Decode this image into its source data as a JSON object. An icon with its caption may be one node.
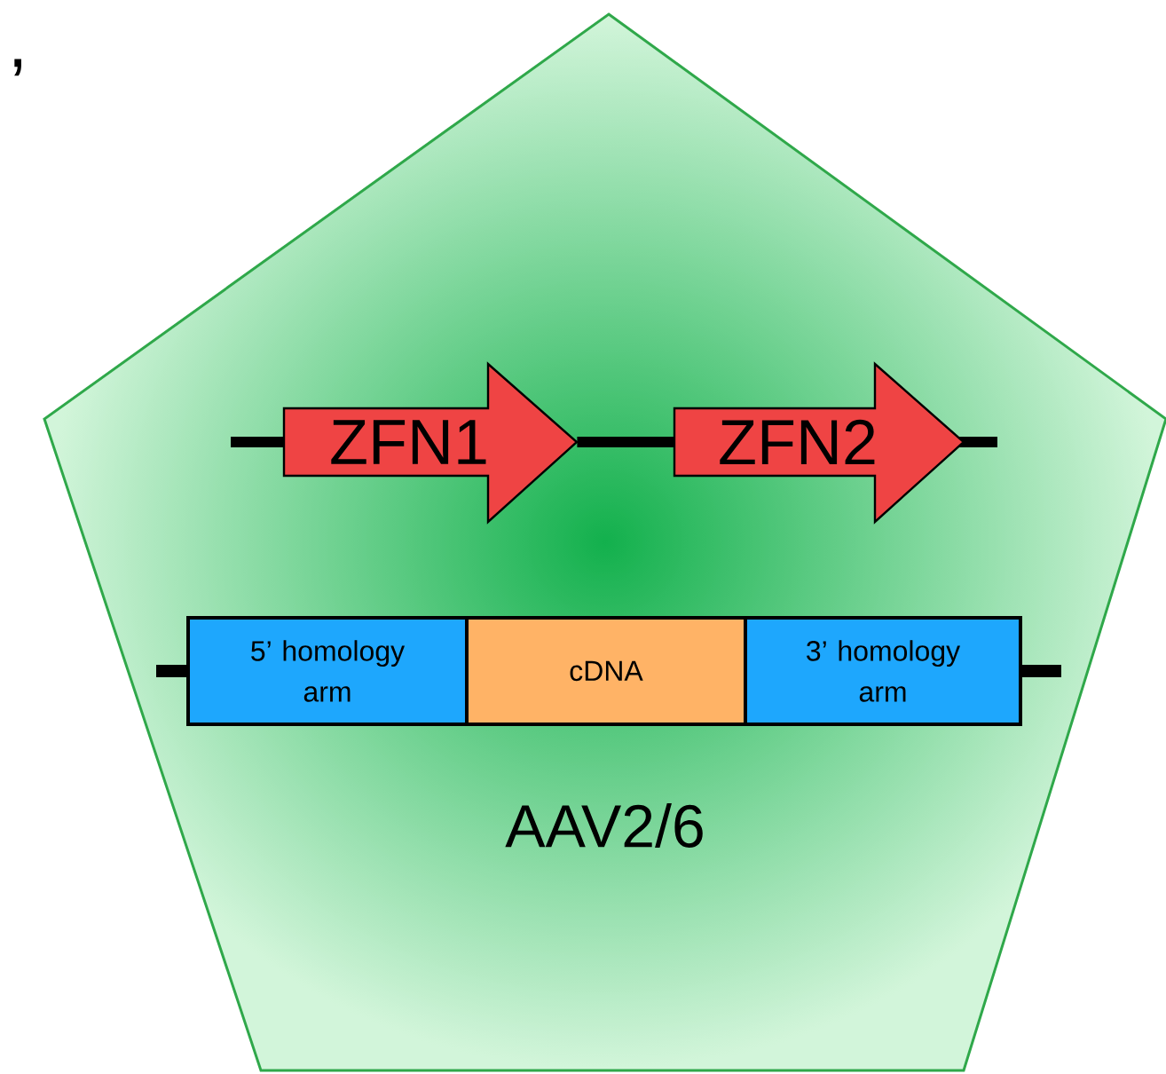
{
  "diagram": {
    "nodes": [
      {
        "text": [
          "AAV2/6"
        ]
      },
      {
        "text": [
          "ZFN1"
        ],
        "in": 0
      },
      {
        "text": [
          "ZFN2"
        ],
        "in": 0
      },
      {
        "text": [
          "5’ homology arm"
        ],
        "in": 0
      },
      {
        "text": [
          "cDNA"
        ],
        "in": 0
      },
      {
        "text": [
          "3’ homology arm"
        ],
        "in": 0
      }
    ],
    "edges": [
      {
        "from": 1,
        "to": 2,
        "arrow": "none"
      }
    ],
    "labels": [
      ","
    ]
  }
}
